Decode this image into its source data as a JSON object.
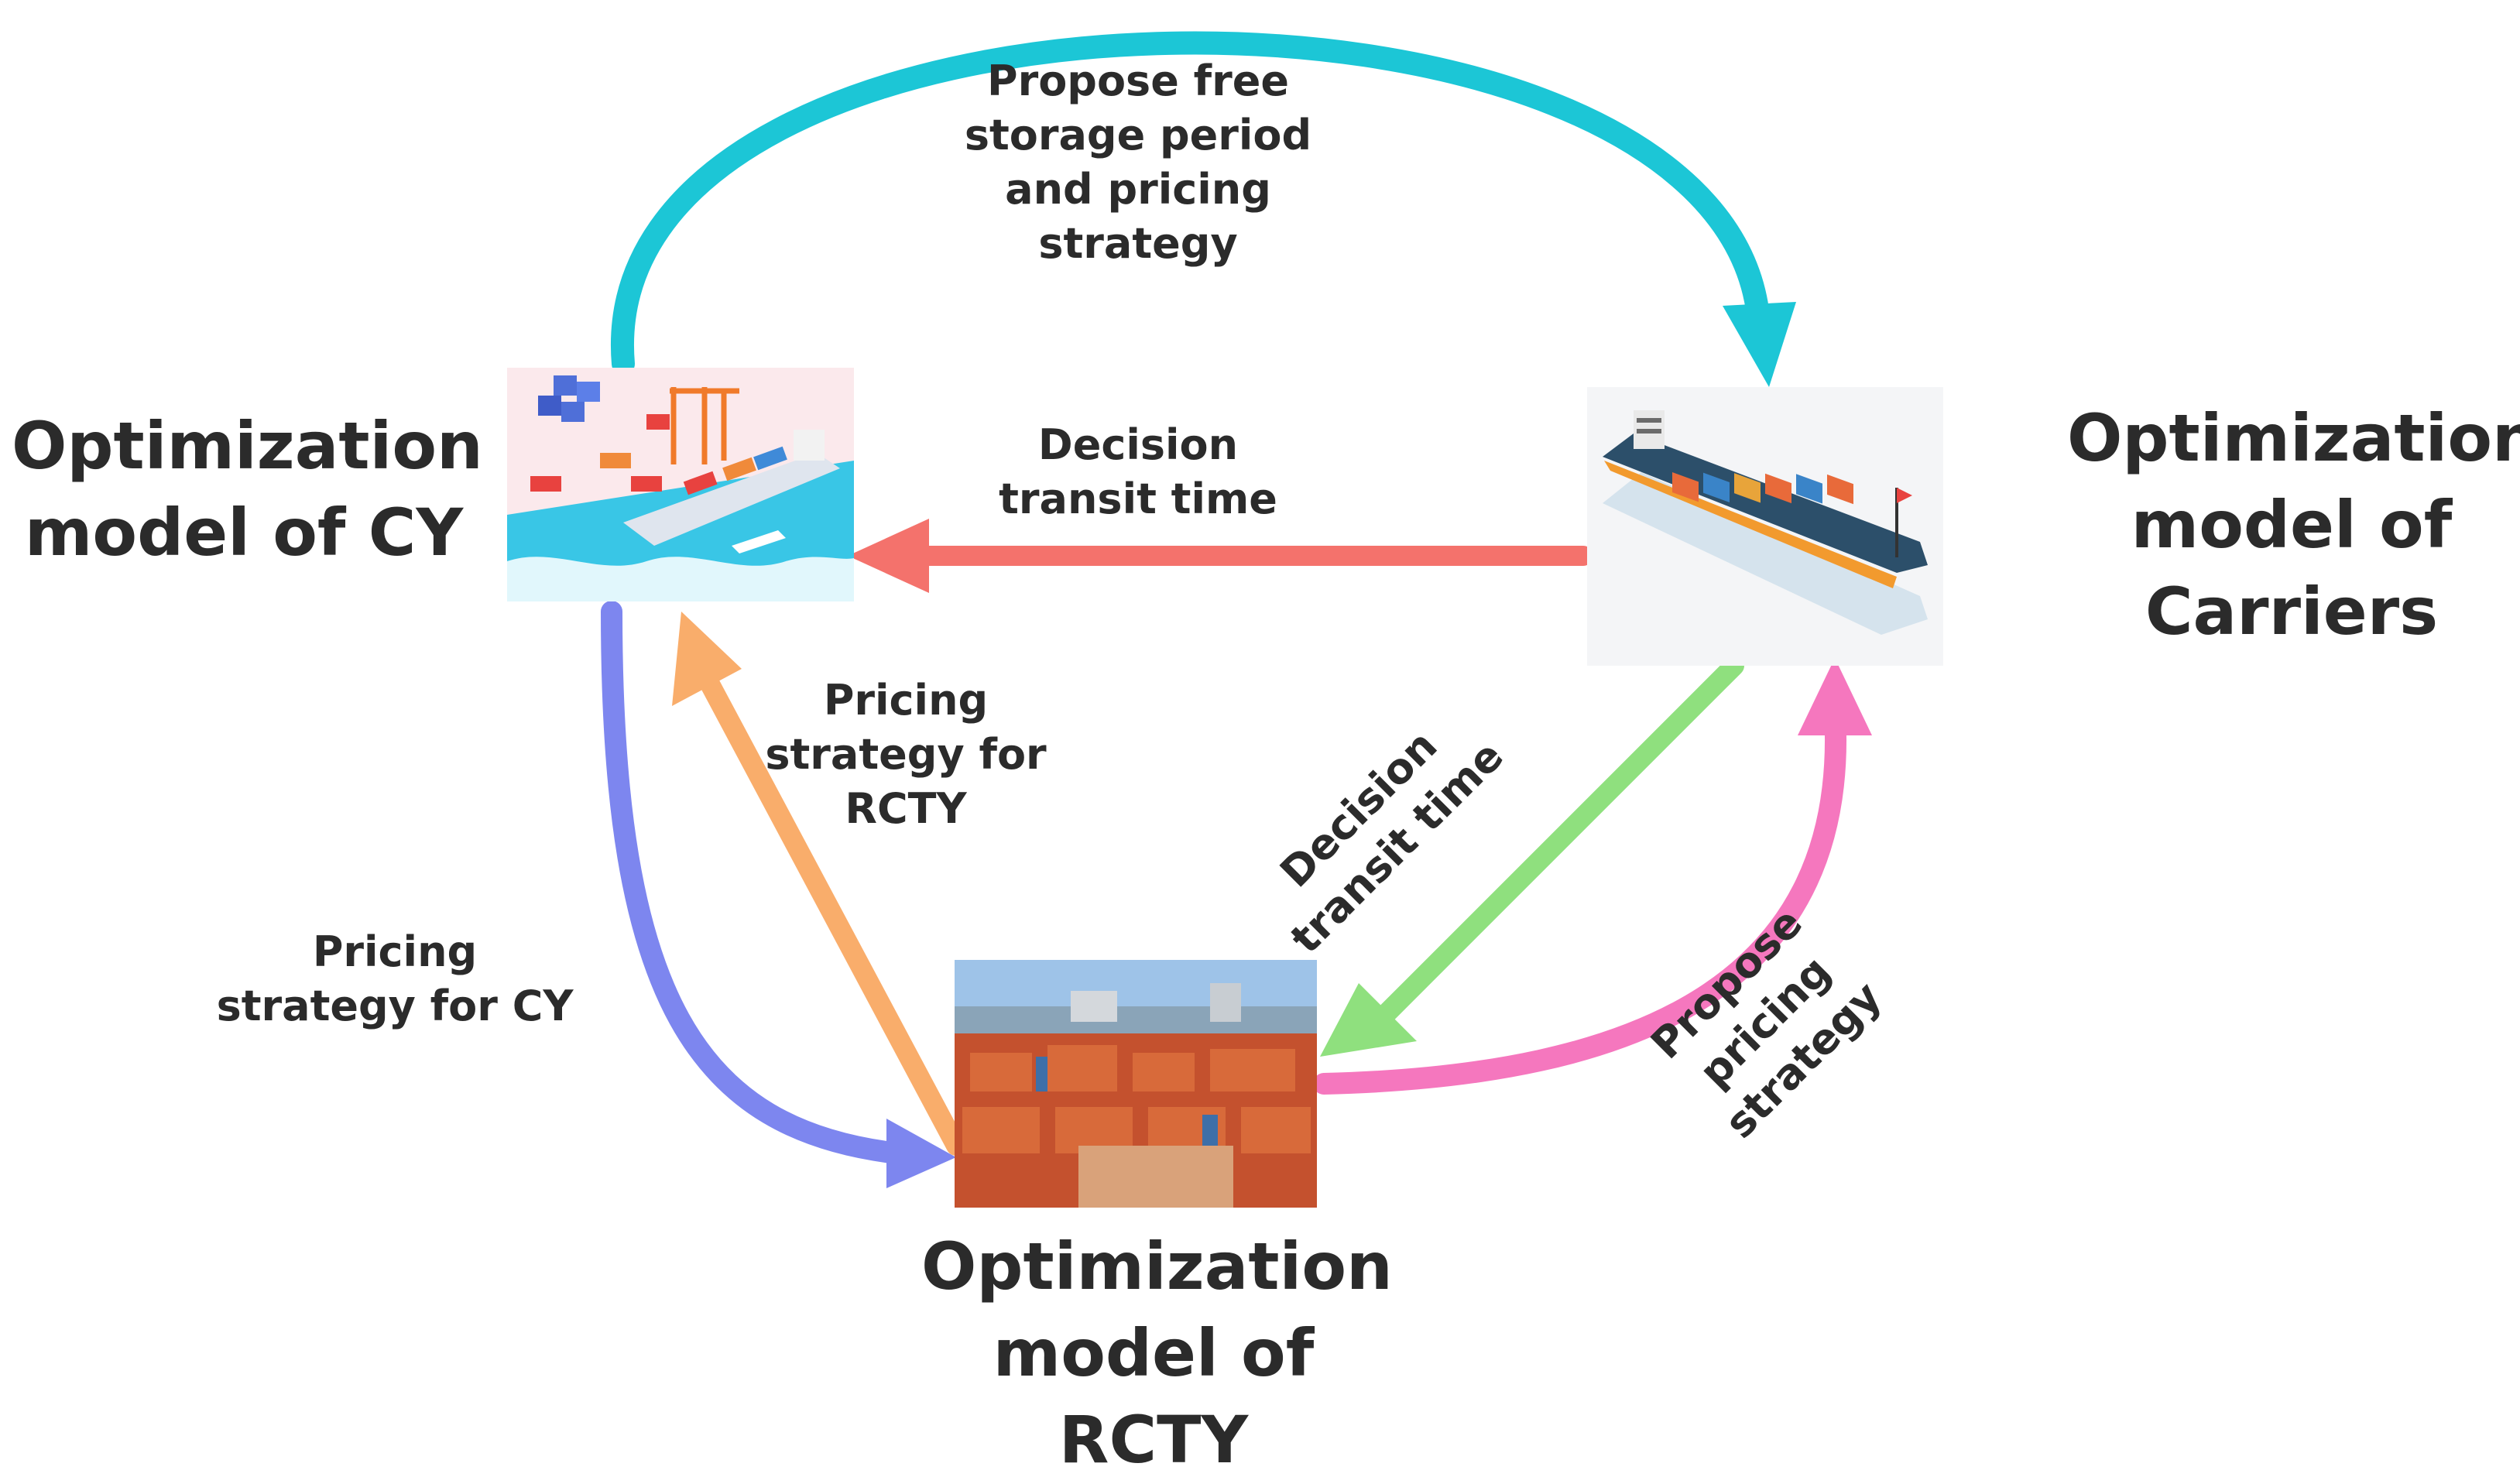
{
  "nodes": {
    "cy": {
      "title": "Optimization\nmodel of CY"
    },
    "carriers": {
      "title": "Optimization\nmodel of\nCarriers"
    },
    "rcty": {
      "title": "Optimization\nmodel of\nRCTY"
    }
  },
  "edges": {
    "cy_to_carriers": {
      "label": "Propose free\nstorage period\nand pricing\nstrategy",
      "color": "#1cc6d6"
    },
    "carriers_to_cy": {
      "label": "Decision\ntransit time",
      "color": "#f4726c"
    },
    "rcty_to_cy": {
      "label": "Pricing\nstrategy for\nRCTY",
      "color": "#f9ad6b"
    },
    "cy_to_rcty": {
      "label": "Pricing\nstrategy for CY",
      "color": "#7d86ef"
    },
    "carriers_to_rcty": {
      "label": "Decision\ntransit time",
      "color": "#8fe07e"
    },
    "rcty_to_carriers": {
      "label": "Propose\npricing\nstrategy",
      "color": "#f577be"
    }
  }
}
